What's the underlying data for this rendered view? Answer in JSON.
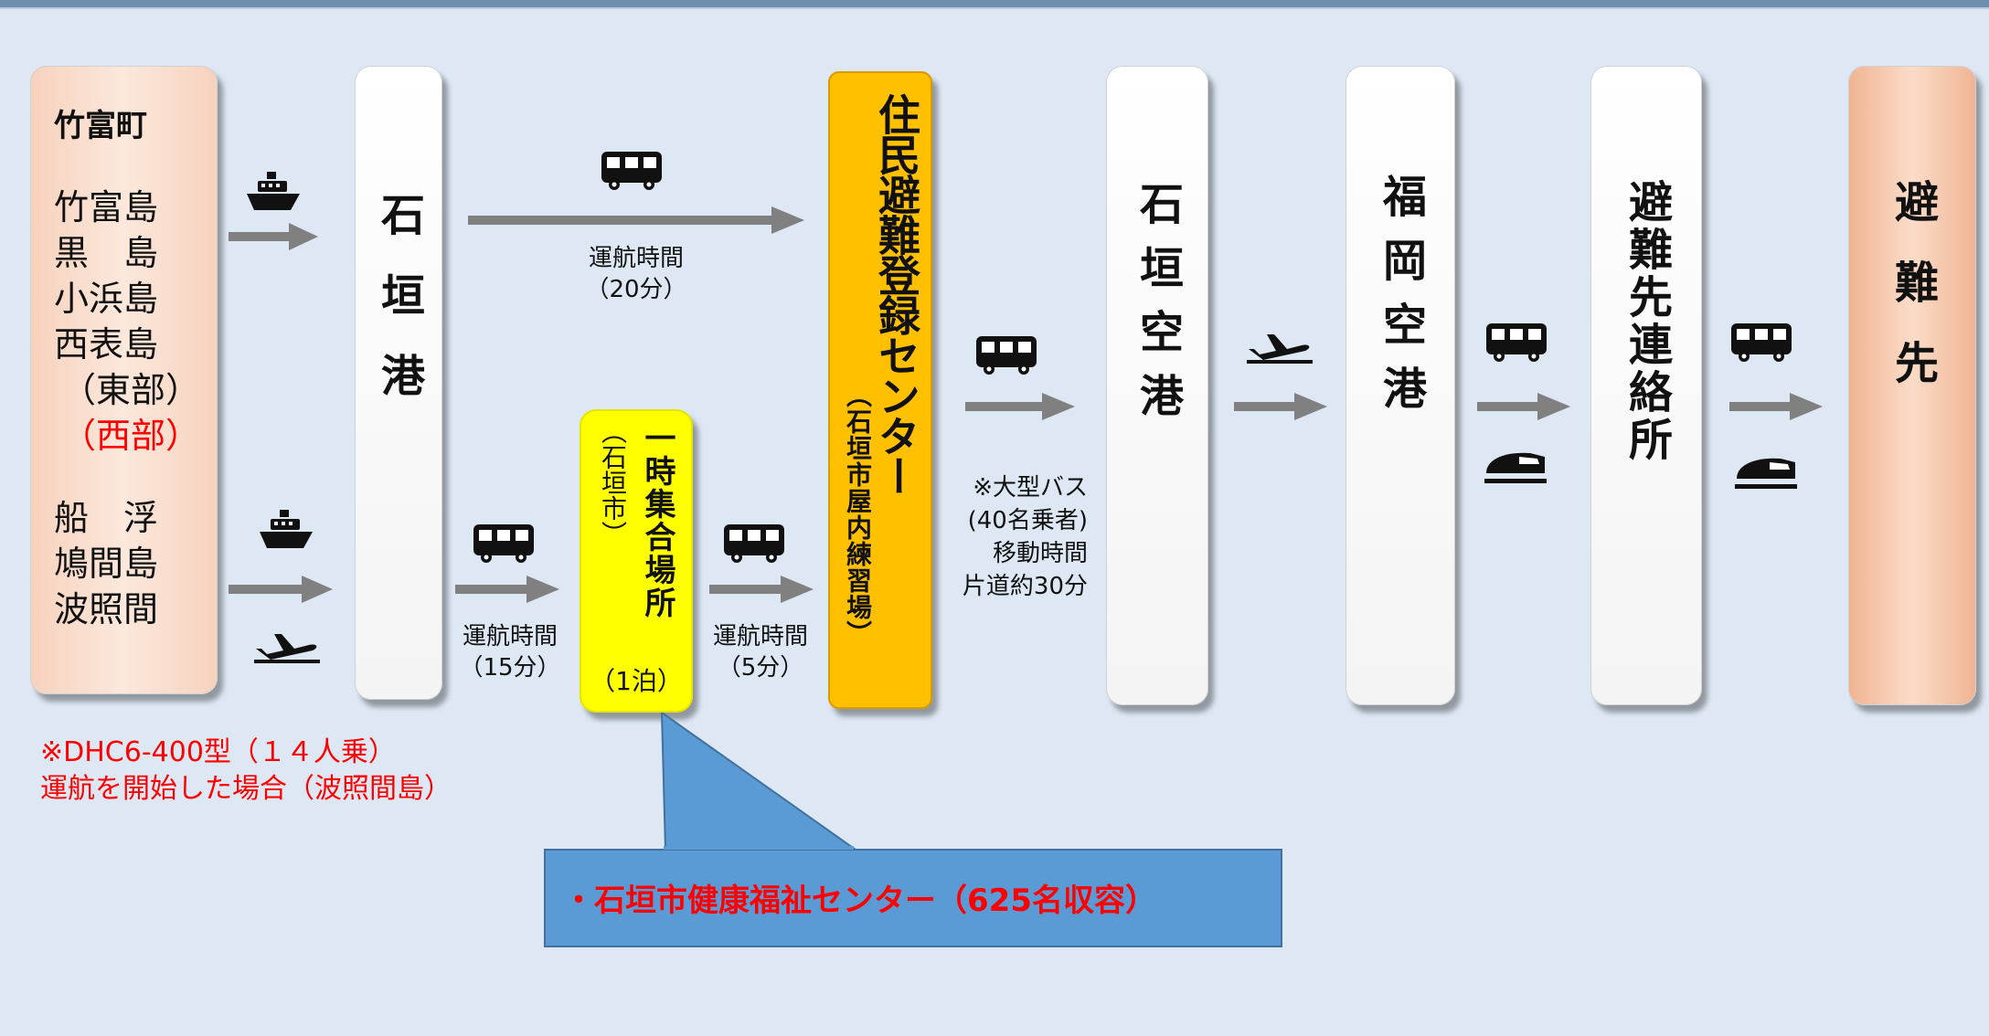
{
  "origin": {
    "title": "竹富町",
    "islands_group1": [
      "竹富島",
      "黒　島",
      "小浜島",
      "西表島"
    ],
    "east": "（東部）",
    "west": "（西部）",
    "islands_group2_row1": "船　浮",
    "islands_group2_row2": "鳩間島",
    "islands_group2_row3": "波照間"
  },
  "ishigaki_port": "石垣港",
  "route_top": {
    "time_label": "運航時間",
    "time_value": "（20分）"
  },
  "route_bottom_left": {
    "time_label": "運航時間",
    "time_value": "（15分）"
  },
  "assembly": {
    "title": "一時集合場所",
    "sub": "（石垣市）",
    "stay": "（1泊）"
  },
  "route_bottom_mid": {
    "time_label": "運航時間",
    "time_value": "（5分）"
  },
  "registration_center": {
    "title": "住民避難登録センター",
    "sub": "（石垣市屋内練習場）"
  },
  "bus_note": [
    "※大型バス",
    "(40名乗者)",
    "移動時間",
    "片道約30分"
  ],
  "ishigaki_airport": "石垣空港",
  "fukuoka_airport": "福岡空港",
  "liaison": "避難先連絡所",
  "destination": "避難先",
  "dhc_note": [
    "※DHC6-400型（１４人乗）",
    "運航を開始した場合（波照間島）"
  ],
  "callout": "・石垣市健康福祉センター（625名収容）",
  "colors": {
    "background": "#dde8f4",
    "peach": "#f7d2bd",
    "yellow": "#ffff00",
    "orange": "#ffc000",
    "callout": "#5b9bd5",
    "red": "#ff0000"
  }
}
